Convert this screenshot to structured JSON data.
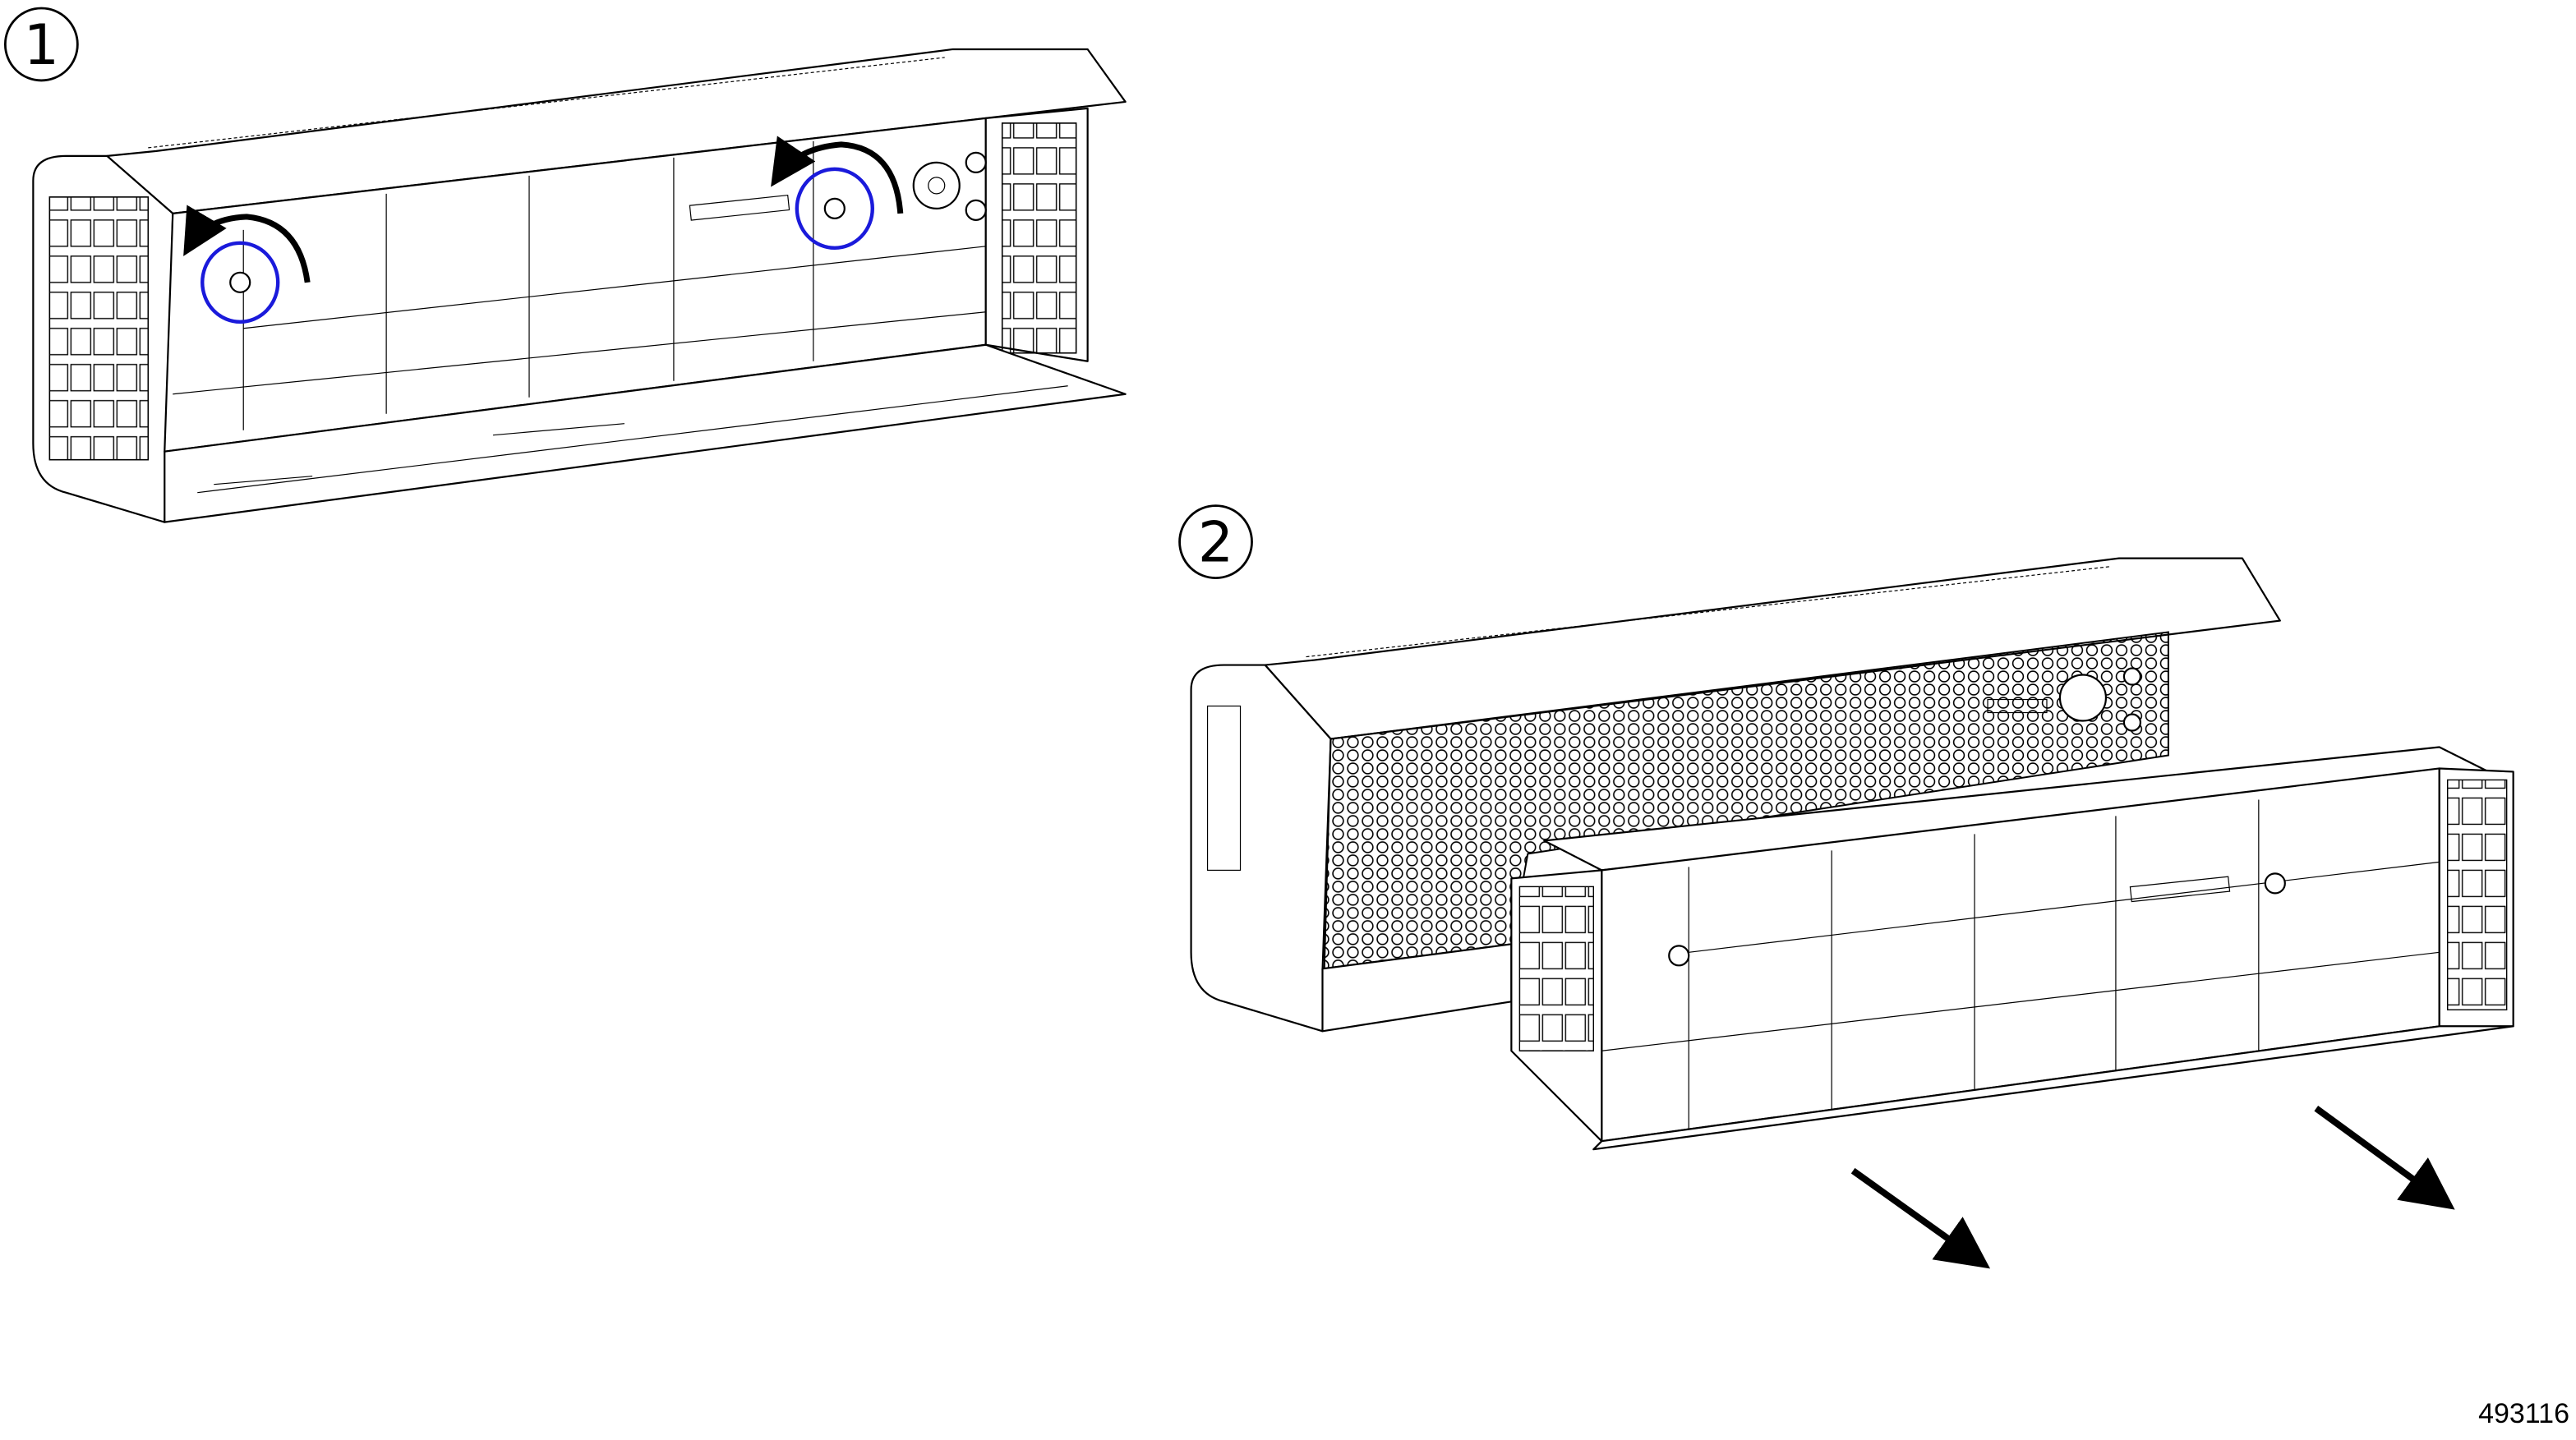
{
  "steps": [
    {
      "number": "1",
      "action": "loosen-captive-screws",
      "arrows": "counterclockwise"
    },
    {
      "number": "2",
      "action": "pull-panel-out",
      "arrows": "outward"
    }
  ],
  "figure_id": "493116",
  "colors": {
    "highlight": "#1a1adb",
    "line": "#000000"
  }
}
